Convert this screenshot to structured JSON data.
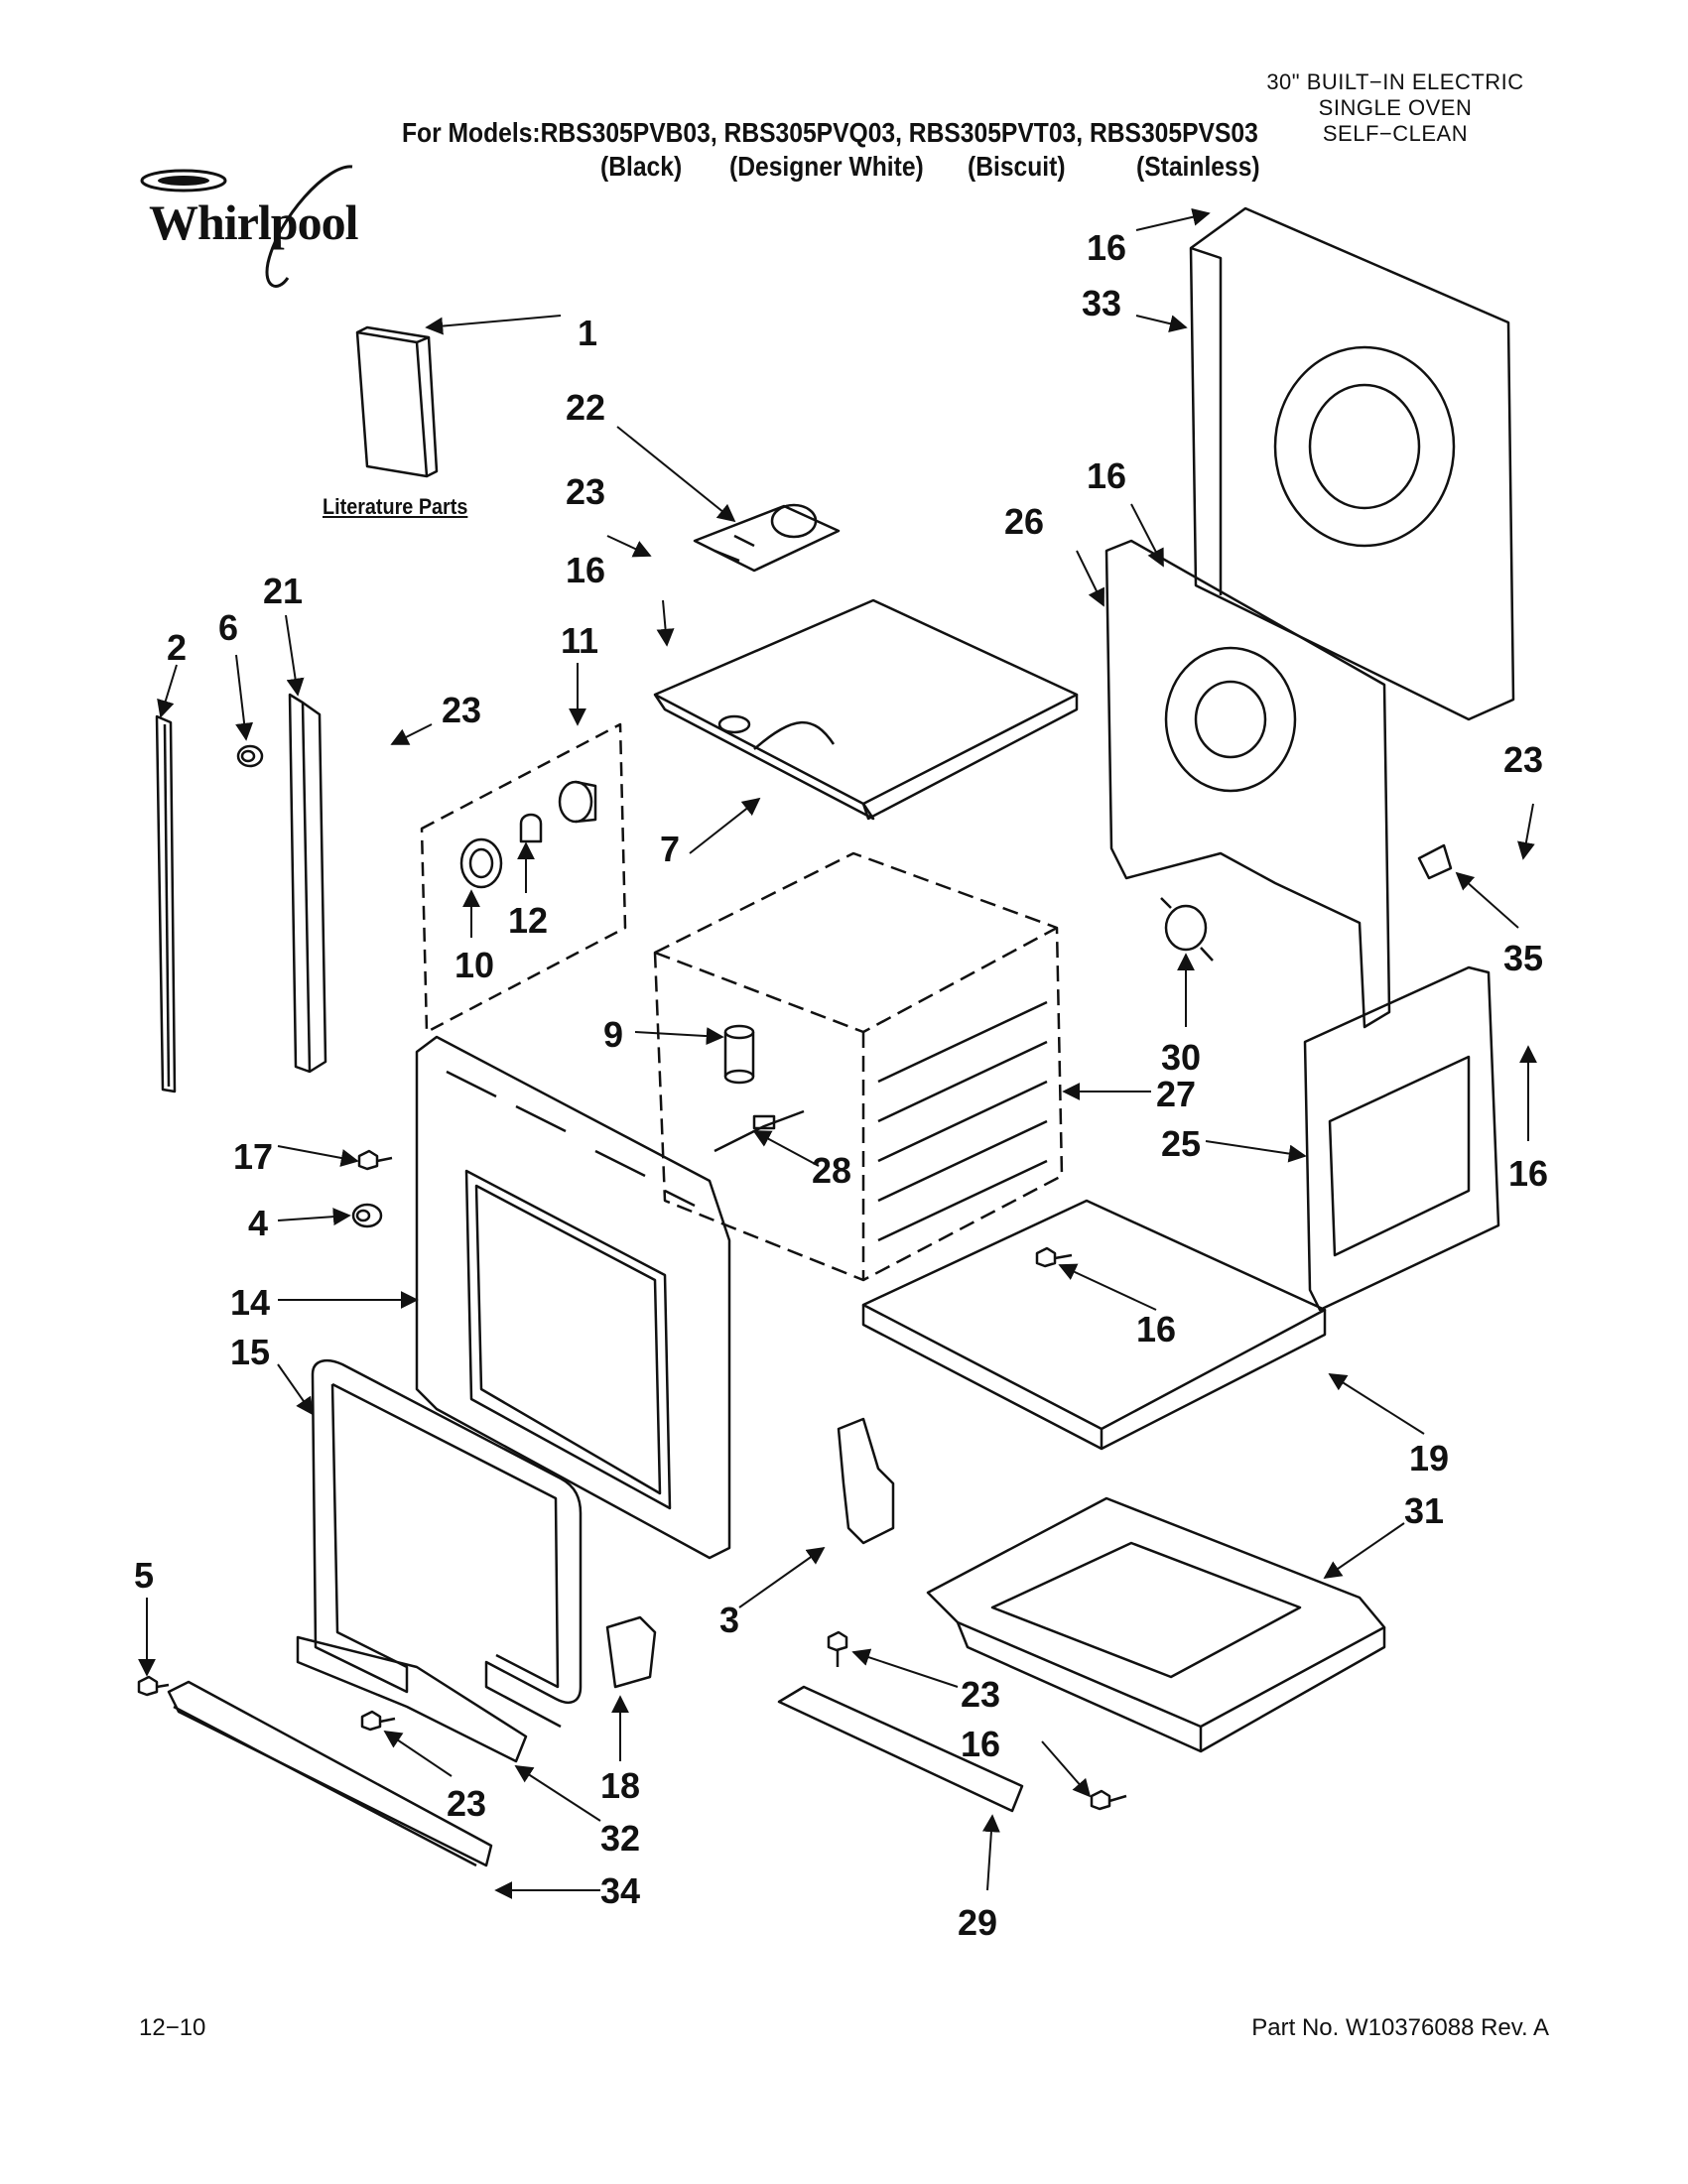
{
  "header": {
    "line1": "30\" BUILT−IN ELECTRIC",
    "line2": "SINGLE OVEN",
    "line3": "SELF−CLEAN",
    "models": "For Models:RBS305PVB03, RBS305PVQ03, RBS305PVT03, RBS305PVS03",
    "colors": [
      "(Black)",
      "(Designer White)",
      "(Biscuit)",
      "(Stainless)"
    ]
  },
  "brand": {
    "name": "Whirlpool"
  },
  "literature_label": "Literature Parts",
  "callouts": [
    "1",
    "22",
    "23",
    "16",
    "2",
    "6",
    "21",
    "23",
    "11",
    "7",
    "10",
    "12",
    "9",
    "17",
    "4",
    "14",
    "15",
    "5",
    "23",
    "32",
    "34",
    "18",
    "3",
    "23",
    "16",
    "29",
    "28",
    "27",
    "16",
    "33",
    "16",
    "26",
    "23",
    "35",
    "30",
    "25",
    "16",
    "16",
    "19",
    "31"
  ],
  "footer": {
    "date": "12−10",
    "part_no": "Part No. W10376088 Rev. A"
  }
}
